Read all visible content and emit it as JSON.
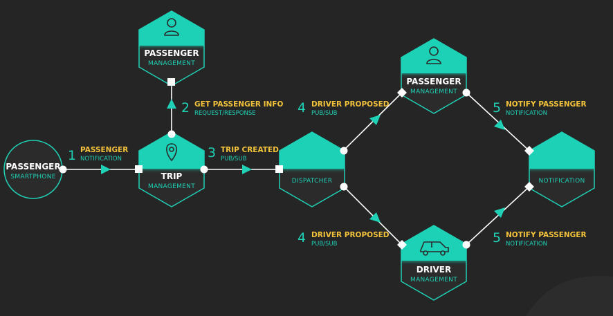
{
  "colors": {
    "background": "#252525",
    "teal": "#1fd1b6",
    "node_body": "#2b2b2b",
    "line": "#ffffff",
    "step_label": "#f2c23a"
  },
  "nodes": {
    "passenger_smartphone": {
      "title": "PASSENGER",
      "subtitle": "SMARTPHONE"
    },
    "passenger_management_top": {
      "title": "PASSENGER",
      "subtitle": "MANAGEMENT",
      "icon": "person-icon"
    },
    "trip_management": {
      "title": "TRIP",
      "subtitle": "MANAGEMENT",
      "icon": "location-pin-icon"
    },
    "dispatcher": {
      "title": "",
      "subtitle": "DISPATCHER"
    },
    "passenger_management_right": {
      "title": "PASSENGER",
      "subtitle": "MANAGEMENT",
      "icon": "person-icon"
    },
    "notification": {
      "title": "",
      "subtitle": "NOTIFICATION"
    },
    "driver_management": {
      "title": "DRIVER",
      "subtitle": "MANAGEMENT",
      "icon": "car-icon"
    }
  },
  "steps": {
    "s1": {
      "number": "1",
      "label": "PASSENGER",
      "sub": "NOTIFICATION"
    },
    "s2": {
      "number": "2",
      "label": "GET PASSENGER INFO",
      "sub": "REQUEST/RESPONSE"
    },
    "s3": {
      "number": "3",
      "label": "TRIP CREATED",
      "sub": "PUB/SUB"
    },
    "s4a": {
      "number": "4",
      "label": "DRIVER PROPOSED",
      "sub": "PUB/SUB"
    },
    "s4b": {
      "number": "4",
      "label": "DRIVER PROPOSED",
      "sub": "PUB/SUB"
    },
    "s5a": {
      "number": "5",
      "label": "NOTIFY PASSENGER",
      "sub": "NOTIFICATION"
    },
    "s5b": {
      "number": "5",
      "label": "NOTIFY PASSENGER",
      "sub": "NOTIFICATION"
    }
  }
}
